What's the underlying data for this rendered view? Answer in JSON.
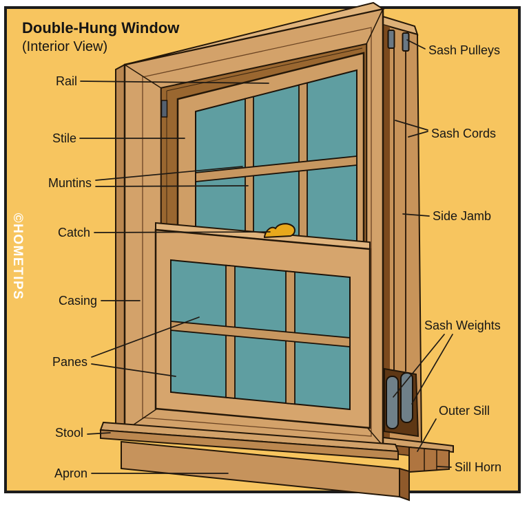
{
  "title": "Double-Hung Window",
  "subtitle": "(Interior View)",
  "watermark": "©HOMETIPS",
  "labels": {
    "rail": "Rail",
    "stile": "Stile",
    "muntins": "Muntins",
    "catch": "Catch",
    "casing": "Casing",
    "panes": "Panes",
    "stool": "Stool",
    "apron": "Apron",
    "sash_pulleys": "Sash Pulleys",
    "sash_cords": "Sash Cords",
    "side_jamb": "Side Jamb",
    "sash_weights": "Sash Weights",
    "outer_sill": "Outer Sill",
    "sill_horn": "Sill Horn"
  },
  "colors": {
    "background": "#FFFFFF",
    "panel": "#F7C55F",
    "panel_border": "#1C1C1C",
    "wood_light": "#D3A26A",
    "wood_medium": "#C8945A",
    "wood_dark": "#8F5A2B",
    "glass": "#5F9EA1",
    "weights": "#6F8089",
    "catch": "#E8A81C",
    "label_text": "#161616",
    "watermark_text": "#FFFFFF"
  }
}
